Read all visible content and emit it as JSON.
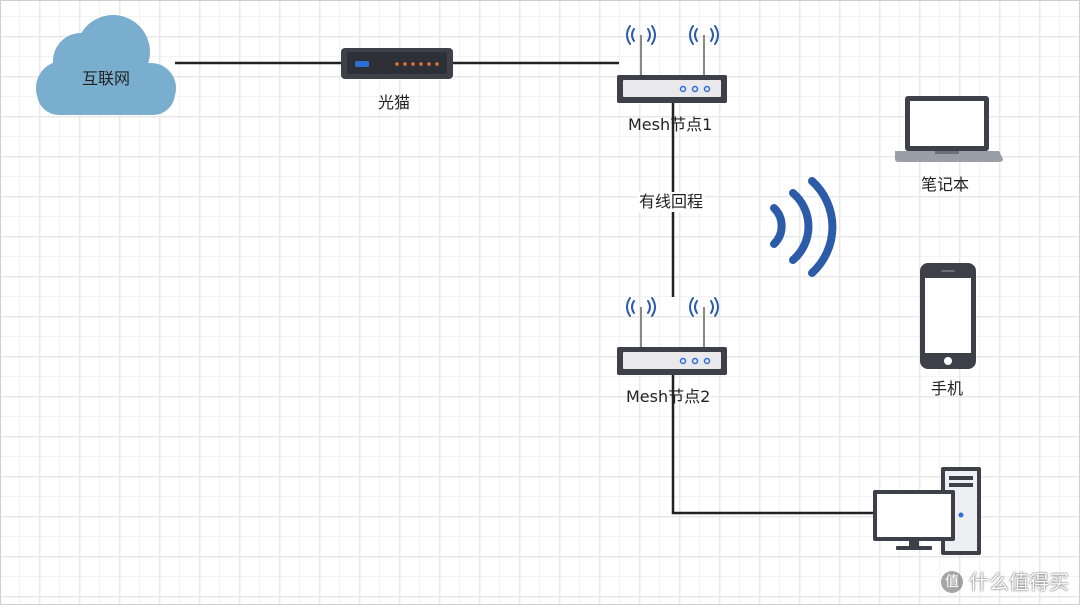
{
  "nodes": {
    "internet": "互联网",
    "modem": "光猫",
    "mesh1": "Mesh节点1",
    "mesh2": "Mesh节点2",
    "backhaul": "有线回程",
    "laptop": "笔记本",
    "phone": "手机"
  },
  "watermark": {
    "mark": "值",
    "text": "什么值得买"
  },
  "icons": [
    "cloud-icon",
    "modem-icon",
    "router-icon",
    "wifi-signal-icon",
    "laptop-icon",
    "phone-icon",
    "desktop-pc-icon"
  ],
  "colors": {
    "cloud": "#79aecf",
    "signal": "#2c5ca8",
    "device_dark": "#3d4048",
    "router_body": "#e9e9ec",
    "led_orange": "#e8742b",
    "led_blue": "#2d6fd6",
    "line": "#222222"
  }
}
